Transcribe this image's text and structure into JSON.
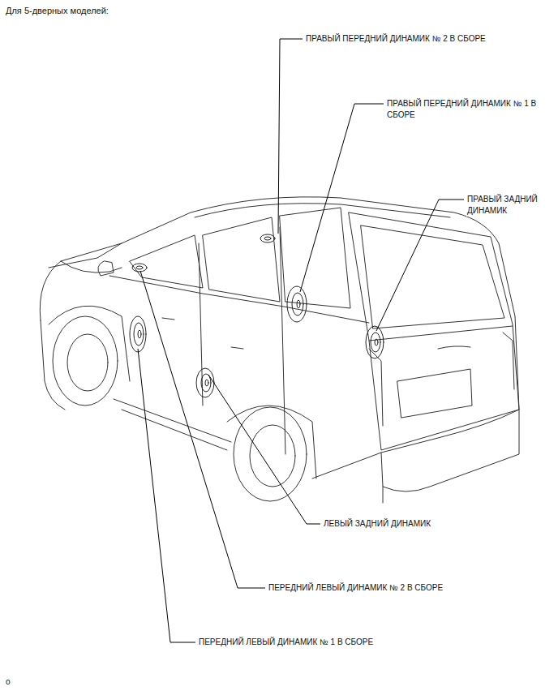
{
  "diagram": {
    "title": "Для 5-дверных моделей:",
    "labels": [
      "ПРАВЫЙ ПЕРЕДНИЙ ДИНАМИК № 2 В СБОРЕ",
      "ПРАВЫЙ ПЕРЕДНИЙ ДИНАМИК № 1 В СБОРЕ",
      "ПРАВЫЙ ЗАДНИЙ ДИНАМИК",
      "ЛЕВЫЙ ЗАДНИЙ ДИНАМИК",
      "ПЕРЕДНИЙ ЛЕВЫЙ ДИНАМИК № 2 В СБОРЕ",
      "ПЕРЕДНИЙ ЛЕВЫЙ ДИНАМИК № 1 В СБОРЕ",
      "o"
    ]
  }
}
